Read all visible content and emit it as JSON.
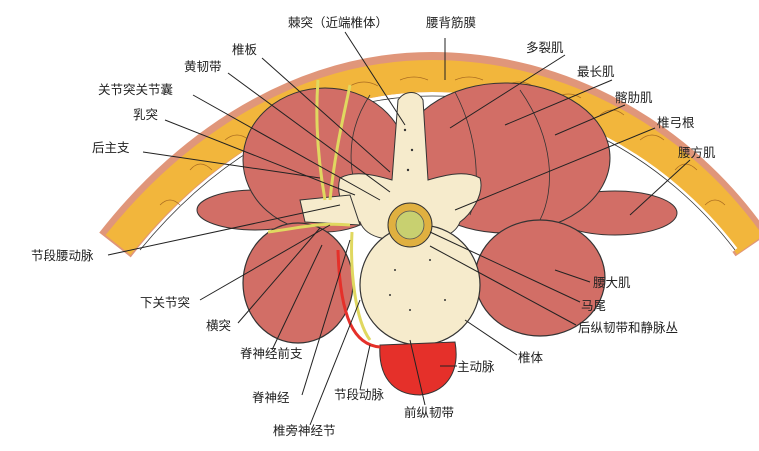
{
  "labels": {
    "spinous_process": "棘突（近端椎体）",
    "thoracolumbar_fascia": "腰背筋膜",
    "lamina": "椎板",
    "multifidus": "多裂肌",
    "ligamentum_flavum": "黄韧带",
    "longissimus": "最长肌",
    "facet_capsule": "关节突关节囊",
    "iliocostalis": "髂肋肌",
    "mammillary_process": "乳突",
    "pedicle": "椎弓根",
    "dorsal_ramus": "后主支",
    "quadratus_lumborum": "腰方肌",
    "segmental_lumbar_artery": "节段腰动脉",
    "inferior_articular_process": "下关节突",
    "psoas_major": "腰大肌",
    "cauda_equina": "马尾",
    "transverse_process": "横突",
    "plr_venous_plexus": "后纵韧带和静脉丛",
    "ventral_ramus": "脊神经前支",
    "vertebral_body": "椎体",
    "aorta": "主动脉",
    "spinal_nerve": "脊神经",
    "segmental_artery": "节段动脉",
    "all": "前纵韧带",
    "paravertebral_ganglion": "椎旁神经节"
  },
  "colors": {
    "fat": "#f2b63c",
    "skin": "#e0967a",
    "muscle": "#d26e66",
    "bone": "#f6ebcc",
    "aorta": "#e5302a",
    "nerve": "#e8e070"
  }
}
